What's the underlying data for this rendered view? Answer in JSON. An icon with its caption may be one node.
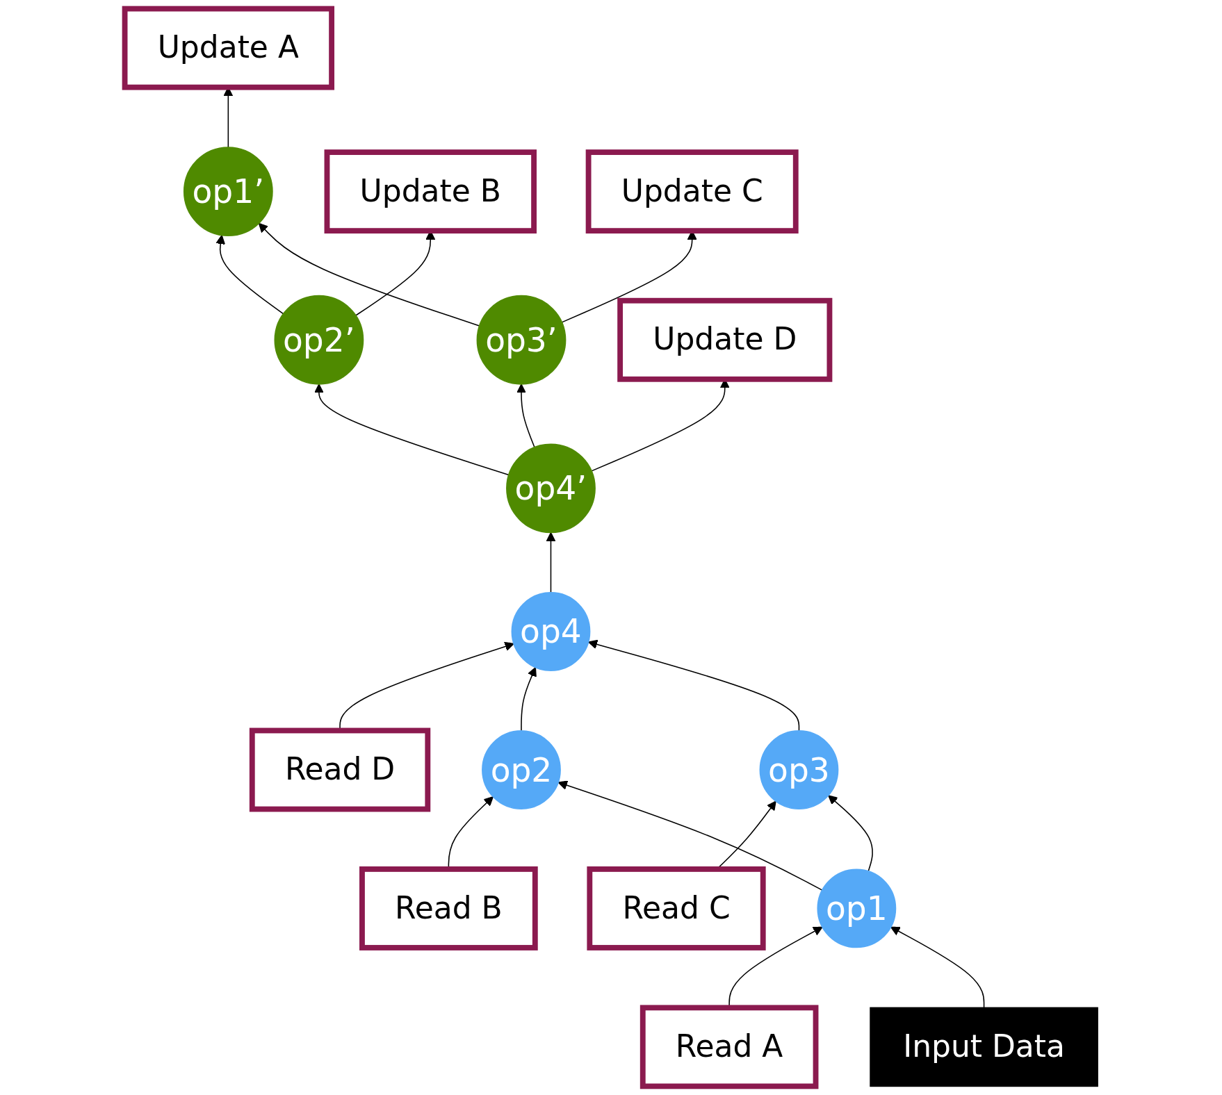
{
  "diagram": {
    "nodes": [
      {
        "text": [
          "Update A"
        ]
      },
      {
        "text": [
          "op1’"
        ]
      },
      {
        "text": [
          "Update B"
        ]
      },
      {
        "text": [
          "op2’"
        ]
      },
      {
        "text": [
          "op3’"
        ]
      },
      {
        "text": [
          "Update C"
        ]
      },
      {
        "text": [
          "op4’"
        ]
      },
      {
        "text": [
          "Update D"
        ]
      },
      {
        "text": [
          "op4"
        ]
      },
      {
        "text": [
          "Read D"
        ]
      },
      {
        "text": [
          "Read B"
        ]
      },
      {
        "text": [
          "op2"
        ]
      },
      {
        "text": [
          "op3"
        ]
      },
      {
        "text": [
          "Read C"
        ]
      },
      {
        "text": [
          "Read A"
        ]
      },
      {
        "text": [
          "op1"
        ]
      },
      {
        "text": [
          "Input Data"
        ]
      }
    ],
    "edges": [
      {
        "from": 1,
        "to": 0,
        "arrow": "to"
      },
      {
        "from": 3,
        "to": 1,
        "arrow": "to"
      },
      {
        "from": 4,
        "to": 1,
        "arrow": "to"
      },
      {
        "from": 3,
        "to": 2,
        "arrow": "to"
      },
      {
        "from": 4,
        "to": 5,
        "arrow": "to"
      },
      {
        "from": 6,
        "to": 3,
        "arrow": "to"
      },
      {
        "from": 6,
        "to": 4,
        "arrow": "to"
      },
      {
        "from": 6,
        "to": 7,
        "arrow": "to"
      },
      {
        "from": 8,
        "to": 6,
        "arrow": "to"
      },
      {
        "from": 9,
        "to": 8,
        "arrow": "to"
      },
      {
        "from": 11,
        "to": 8,
        "arrow": "to"
      },
      {
        "from": 12,
        "to": 8,
        "arrow": "to"
      },
      {
        "from": 10,
        "to": 11,
        "arrow": "to"
      },
      {
        "from": 13,
        "to": 12,
        "arrow": "to"
      },
      {
        "from": 15,
        "to": 11,
        "arrow": "to"
      },
      {
        "from": 15,
        "to": 12,
        "arrow": "to"
      },
      {
        "from": 14,
        "to": 15,
        "arrow": "to"
      },
      {
        "from": 16,
        "to": 15,
        "arrow": "to"
      }
    ]
  }
}
